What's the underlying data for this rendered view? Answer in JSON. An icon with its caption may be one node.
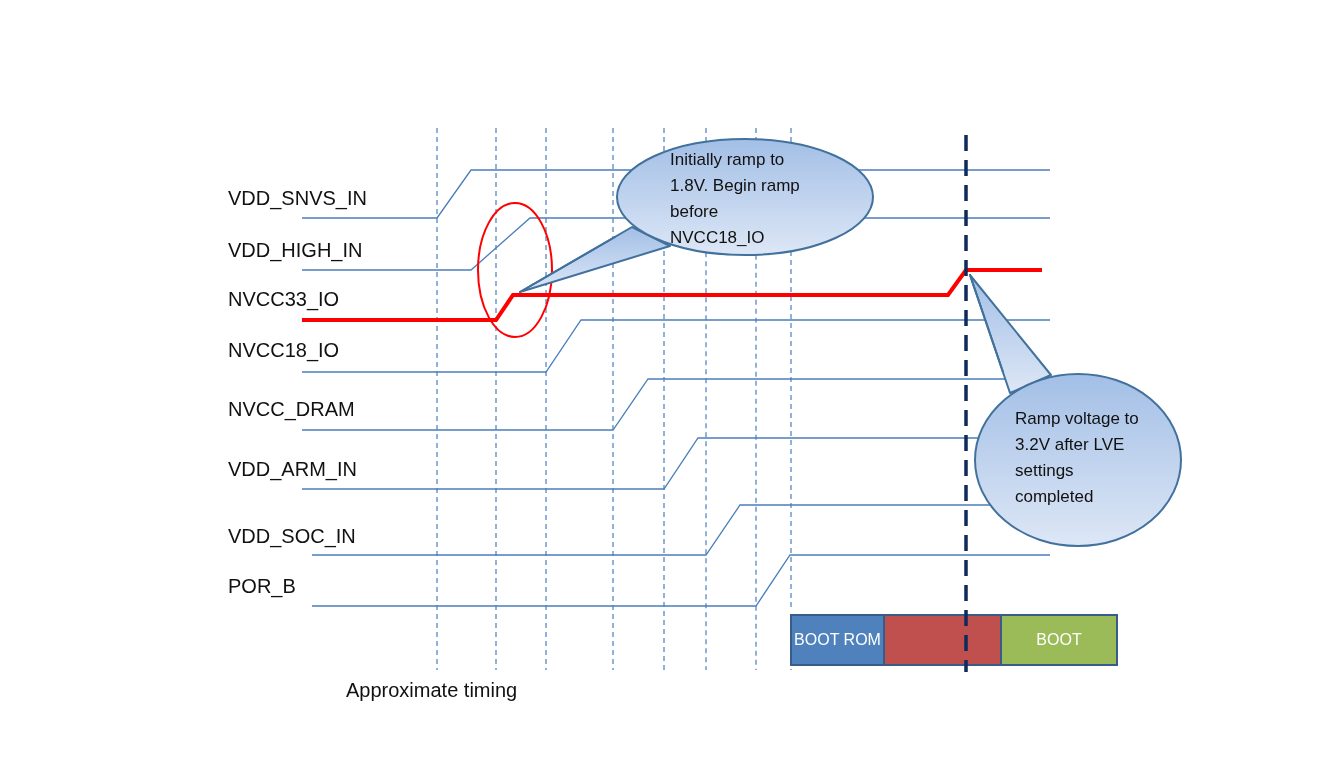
{
  "diagram": {
    "nodes": [
      {
        "text": [
          "Initially ramp to 1.8V. Begin ramp before NVCC18_IO"
        ]
      },
      {
        "text": [
          "Ramp voltage to 3.2V after LVE settings completed"
        ]
      },
      {
        "text": [
          "BOOT ROM"
        ]
      },
      {
        "text": [],
        "shape": "box"
      },
      {
        "text": [
          "BOOT"
        ]
      }
    ],
    "edges": [
      {
        "from": 0,
        "to": null,
        "arrow": "none"
      },
      {
        "from": 1,
        "to": null,
        "arrow": "none"
      }
    ],
    "labels": [
      "VDD_SNVS_IN",
      "VDD_HIGH_IN",
      "NVCC33_IO",
      "NVCC18_IO",
      "NVCC_DRAM",
      "VDD_ARM_IN",
      "VDD_SOC_IN",
      "POR_B",
      "Approximate timing"
    ]
  }
}
